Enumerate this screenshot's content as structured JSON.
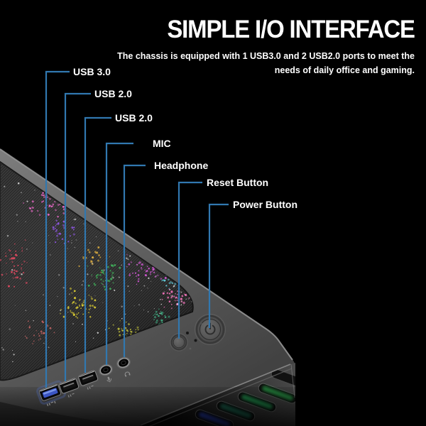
{
  "header": {
    "title": "SIMPLE I/O INTERFACE",
    "description_line1": "The chassis is equipped with 1 USB3.0 and 2 USB2.0 ports to meet the",
    "description_line2": "needs of daily office and gaming."
  },
  "callouts": [
    {
      "label": "USB 3.0"
    },
    {
      "label": "USB 2.0"
    },
    {
      "label": "USB 2.0"
    },
    {
      "label": "MIC"
    },
    {
      "label": "Headphone"
    },
    {
      "label": "Reset Button"
    },
    {
      "label": "Power Button"
    }
  ],
  "colors": {
    "background": "#000000",
    "text": "#ffffff",
    "accent_line": "#3178b0",
    "usb3_port_blue": "#3b55c4"
  }
}
